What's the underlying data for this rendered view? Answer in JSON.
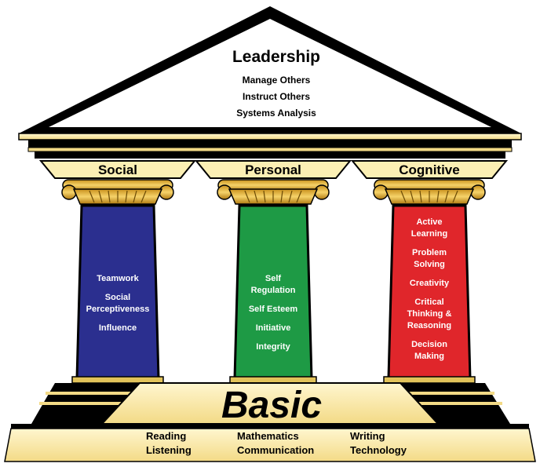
{
  "colors": {
    "social": "#2b2f8f",
    "personal": "#1e9a45",
    "cognitive": "#e0262b",
    "gold_light": "#fbefb4",
    "gold": "#e2c35a",
    "outline": "#000000"
  },
  "roof": {
    "title": "Leadership",
    "items": [
      "Manage Others",
      "Instruct Others",
      "Systems Analysis"
    ]
  },
  "pillars": [
    {
      "key": "social",
      "label": "Social",
      "lines": [
        "Teamwork",
        "",
        "Social",
        "Perceptiveness",
        "",
        "Influence"
      ]
    },
    {
      "key": "personal",
      "label": "Personal",
      "lines": [
        "Self",
        "Regulation",
        "",
        "Self Esteem",
        "",
        "Initiative",
        "",
        "Integrity"
      ]
    },
    {
      "key": "cognitive",
      "label": "Cognitive",
      "lines": [
        "Active",
        "Learning",
        "",
        "Problem",
        "Solving",
        "",
        "Creativity",
        "",
        "Critical",
        "Thinking  &",
        "Reasoning",
        "",
        "Decision",
        "Making"
      ]
    }
  ],
  "base": {
    "title": "Basic",
    "columns": [
      [
        "Reading",
        "Listening"
      ],
      [
        "Mathematics",
        "Communication"
      ],
      [
        "Writing",
        "Technology"
      ]
    ]
  }
}
